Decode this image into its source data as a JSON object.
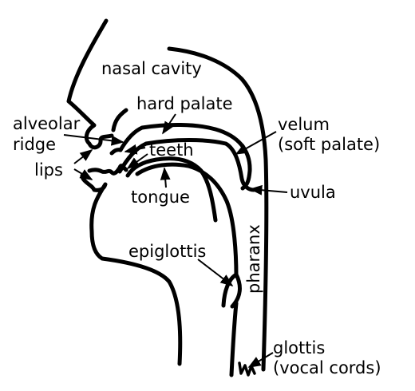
{
  "diagram": {
    "labels": {
      "nasal_cavity": "nasal cavity",
      "hard_palate": "hard palate",
      "alveolar_ridge_line1": "alveolar",
      "alveolar_ridge_line2": "ridge",
      "velum_line1": "velum",
      "velum_line2": "(soft palate)",
      "teeth": "teeth",
      "lips": "lips",
      "tongue": "tongue",
      "uvula": "uvula",
      "epiglottis": "epiglottis",
      "pharanx": "pharanx",
      "glottis_line1": "glottis",
      "glottis_line2": "(vocal cords)"
    },
    "colors": {
      "stroke": "#000000",
      "background": "#ffffff"
    }
  }
}
